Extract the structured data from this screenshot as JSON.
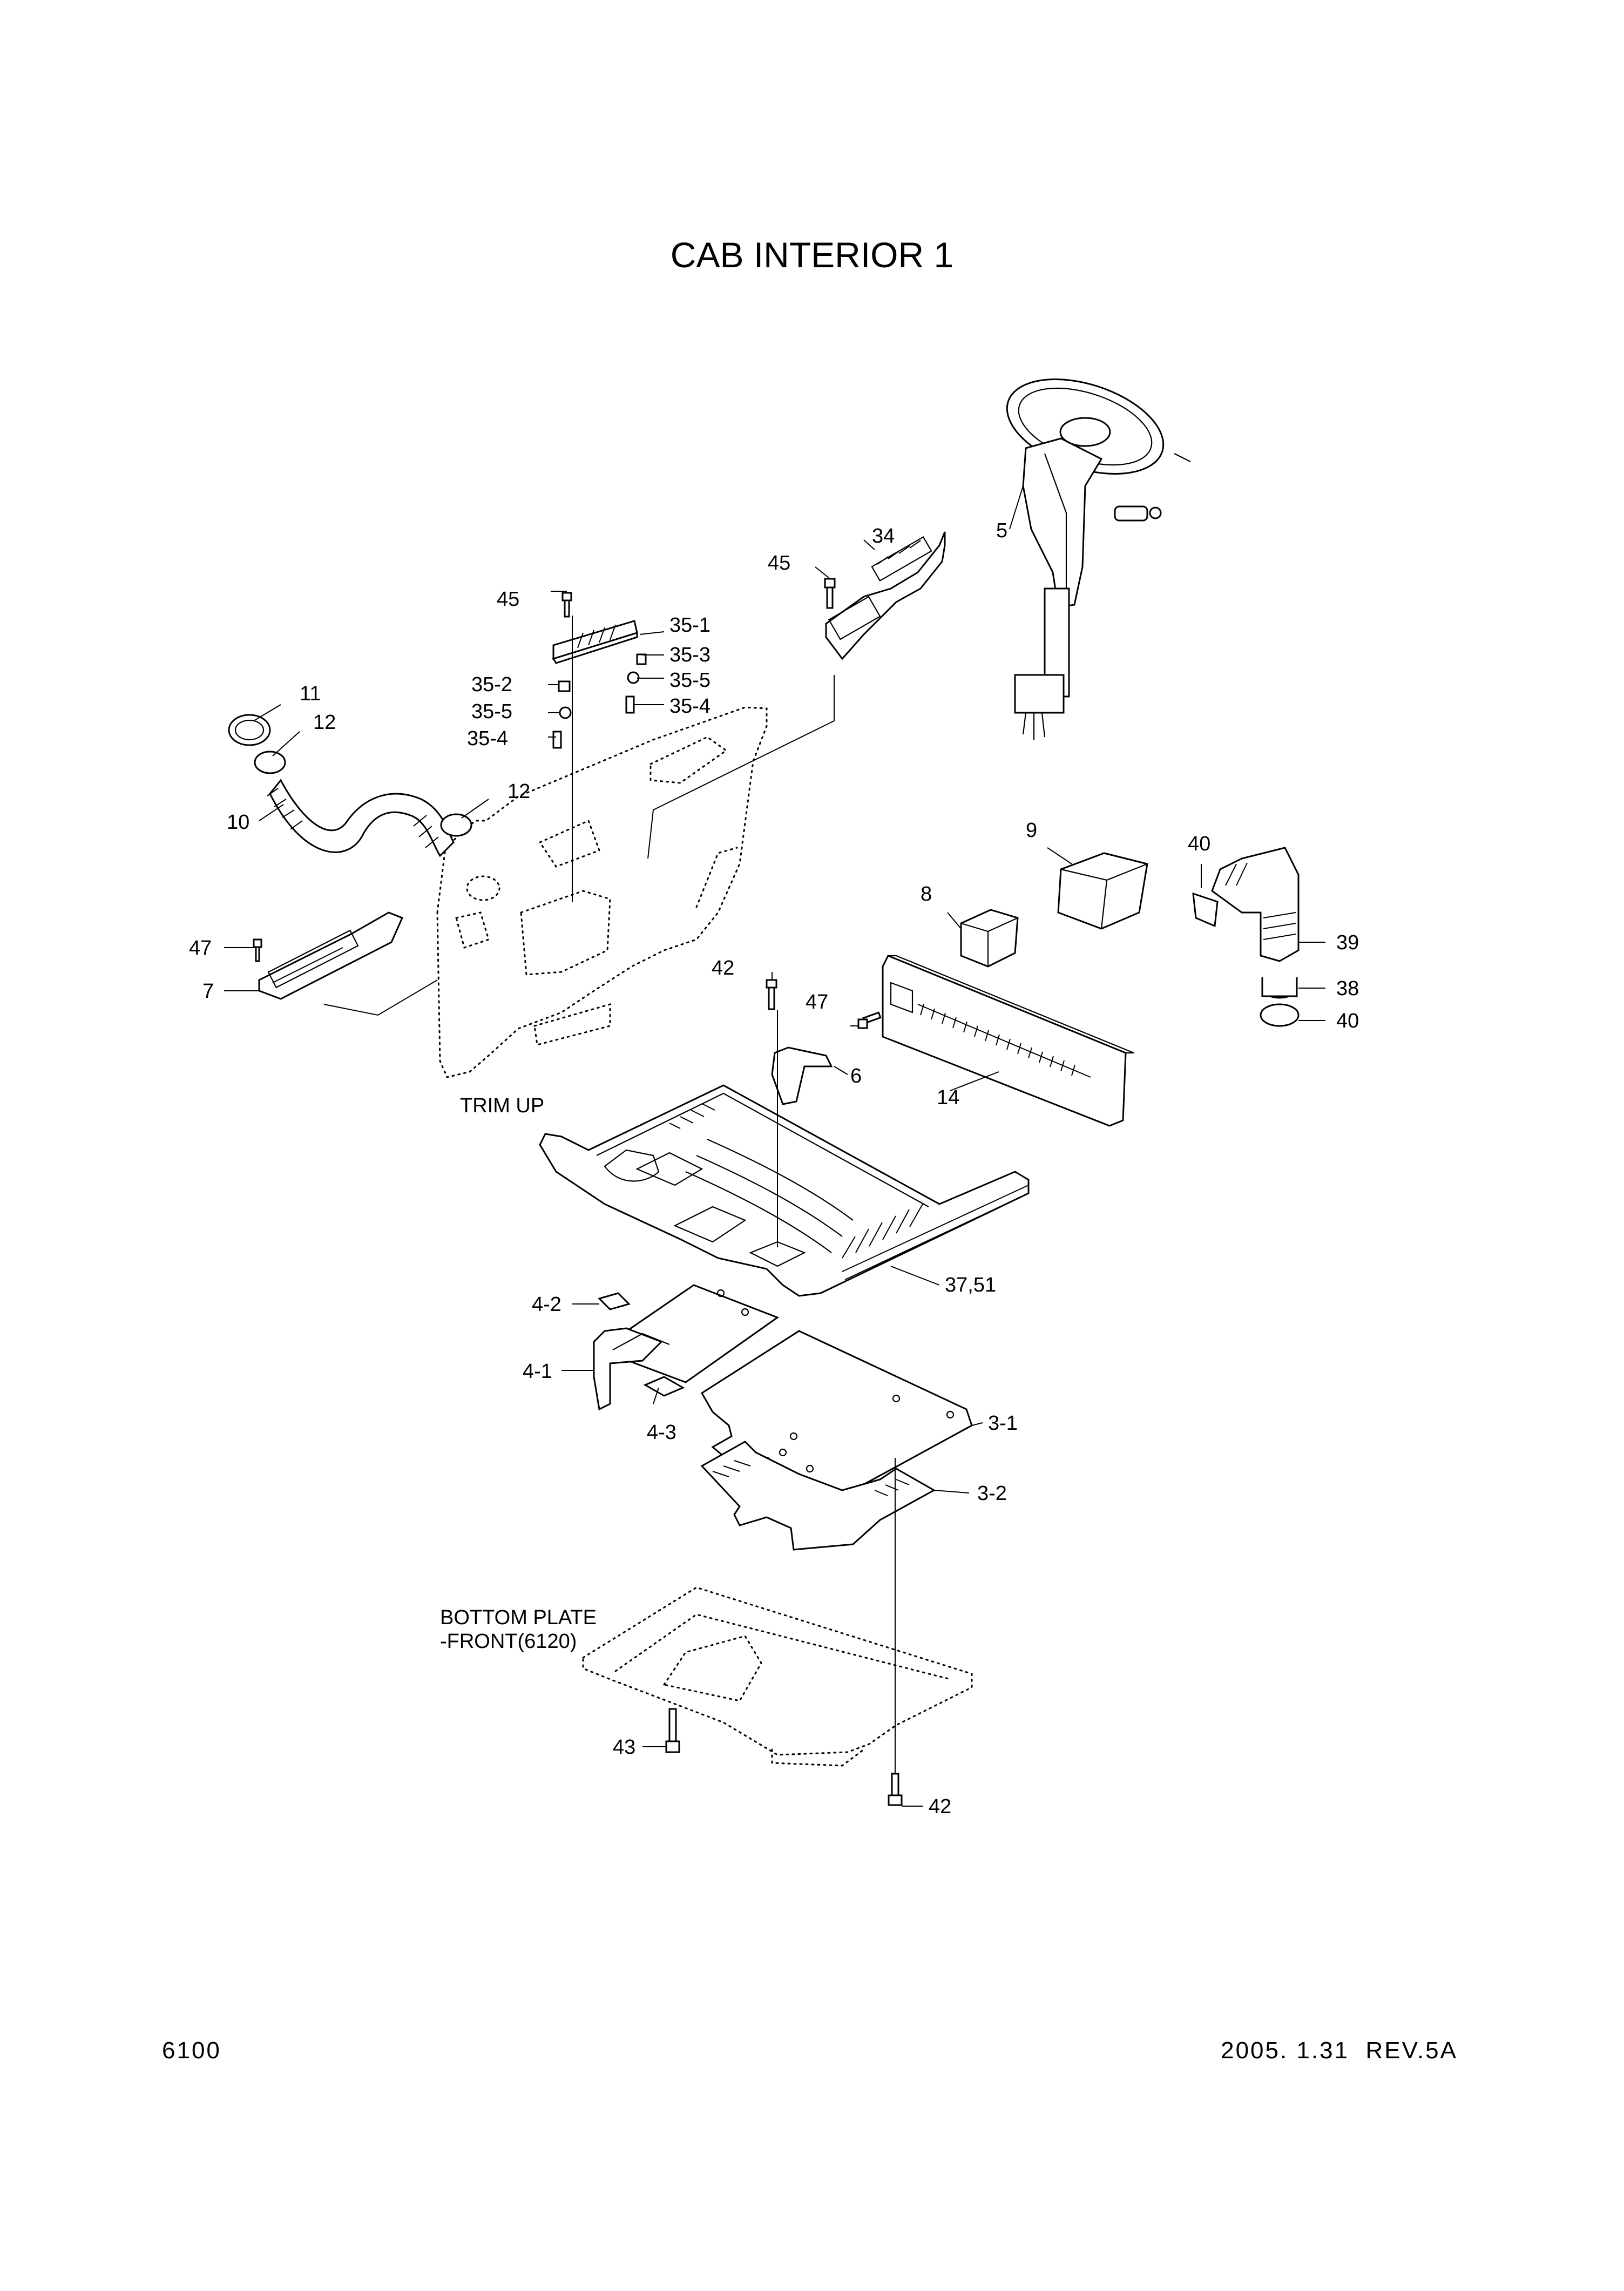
{
  "title": "CAB INTERIOR 1",
  "page_number": "6100",
  "revision": "2005. 1.31  REV.5A",
  "notes": {
    "trim_up": "TRIM UP",
    "bottom_plate_line1": "BOTTOM PLATE",
    "bottom_plate_line2": "-FRONT(6120)"
  },
  "callouts": {
    "c34": "34",
    "c45a": "45",
    "c45b": "45",
    "c5": "5",
    "c35_1": "35-1",
    "c35_3": "35-3",
    "c35_2": "35-2",
    "c35_5a": "35-5",
    "c35_5b": "35-5",
    "c35_4a": "35-4",
    "c35_4b": "35-4",
    "c11": "11",
    "c12a": "12",
    "c12b": "12",
    "c10": "10",
    "c9": "9",
    "c40a": "40",
    "c8": "8",
    "c39": "39",
    "c38": "38",
    "c40b": "40",
    "c47a": "47",
    "c7": "7",
    "c42a": "42",
    "c47b": "47",
    "c6": "6",
    "c14": "14",
    "c37_51": "37,51",
    "c4_2": "4-2",
    "c4_1": "4-1",
    "c4_3": "4-3",
    "c3_1": "3-1",
    "c3_2": "3-2",
    "c43": "43",
    "c42b": "42"
  }
}
